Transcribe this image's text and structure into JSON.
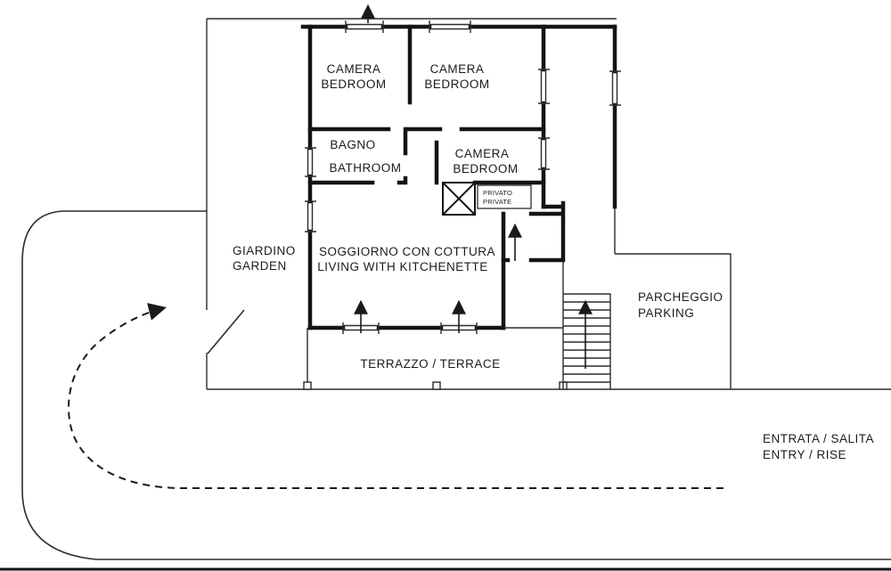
{
  "labels": {
    "bedroom1": {
      "line1": "CAMERA",
      "line2": "BEDROOM"
    },
    "bedroom2": {
      "line1": "CAMERA",
      "line2": "BEDROOM"
    },
    "bedroom3": {
      "line1": "CAMERA",
      "line2": "BEDROOM"
    },
    "bathroom": {
      "line1": "BAGNO",
      "line2": "BATHROOM"
    },
    "private": {
      "line1": "PRIVATO",
      "line2": "PRIVATE"
    },
    "living": {
      "line1": "SOGGIORNO CON COTTURA",
      "line2": "LIVING WITH KITCHENETTE"
    },
    "garden": {
      "line1": "GIARDINO",
      "line2": "GARDEN"
    },
    "terrace": {
      "line1": "TERRAZZO / TERRACE"
    },
    "parking": {
      "line1": "PARCHEGGIO",
      "line2": "PARKING"
    },
    "entry": {
      "line1": "ENTRATA / SALITA",
      "line2": "ENTRY / RISE"
    }
  },
  "colors": {
    "wall": "#141414",
    "boundary": "#2c2c2c",
    "text": "#1c1c1c",
    "background": "#ffffff"
  }
}
